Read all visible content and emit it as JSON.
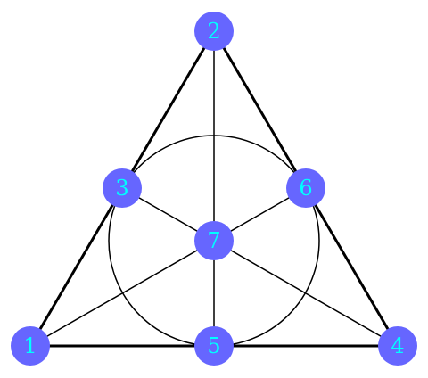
{
  "colors": {
    "node_fill": "#6666ff",
    "node_text": "#00ffff",
    "edge": "#000000"
  },
  "nodes": [
    {
      "id": "1",
      "label": "1"
    },
    {
      "id": "2",
      "label": "2"
    },
    {
      "id": "3",
      "label": "3"
    },
    {
      "id": "4",
      "label": "4"
    },
    {
      "id": "5",
      "label": "5"
    },
    {
      "id": "6",
      "label": "6"
    },
    {
      "id": "7",
      "label": "7"
    }
  ],
  "lines": [
    {
      "kind": "segment",
      "through": [
        "1",
        "3",
        "2"
      ],
      "style": "thick"
    },
    {
      "kind": "segment",
      "through": [
        "2",
        "6",
        "4"
      ],
      "style": "thick"
    },
    {
      "kind": "segment",
      "through": [
        "1",
        "5",
        "4"
      ],
      "style": "thick"
    },
    {
      "kind": "segment",
      "through": [
        "2",
        "7",
        "5"
      ],
      "style": "thin"
    },
    {
      "kind": "segment",
      "through": [
        "3",
        "7",
        "4"
      ],
      "style": "thin"
    },
    {
      "kind": "segment",
      "through": [
        "6",
        "7",
        "1"
      ],
      "style": "thin"
    },
    {
      "kind": "circle",
      "through": [
        "3",
        "6",
        "5"
      ],
      "style": "thin"
    }
  ]
}
